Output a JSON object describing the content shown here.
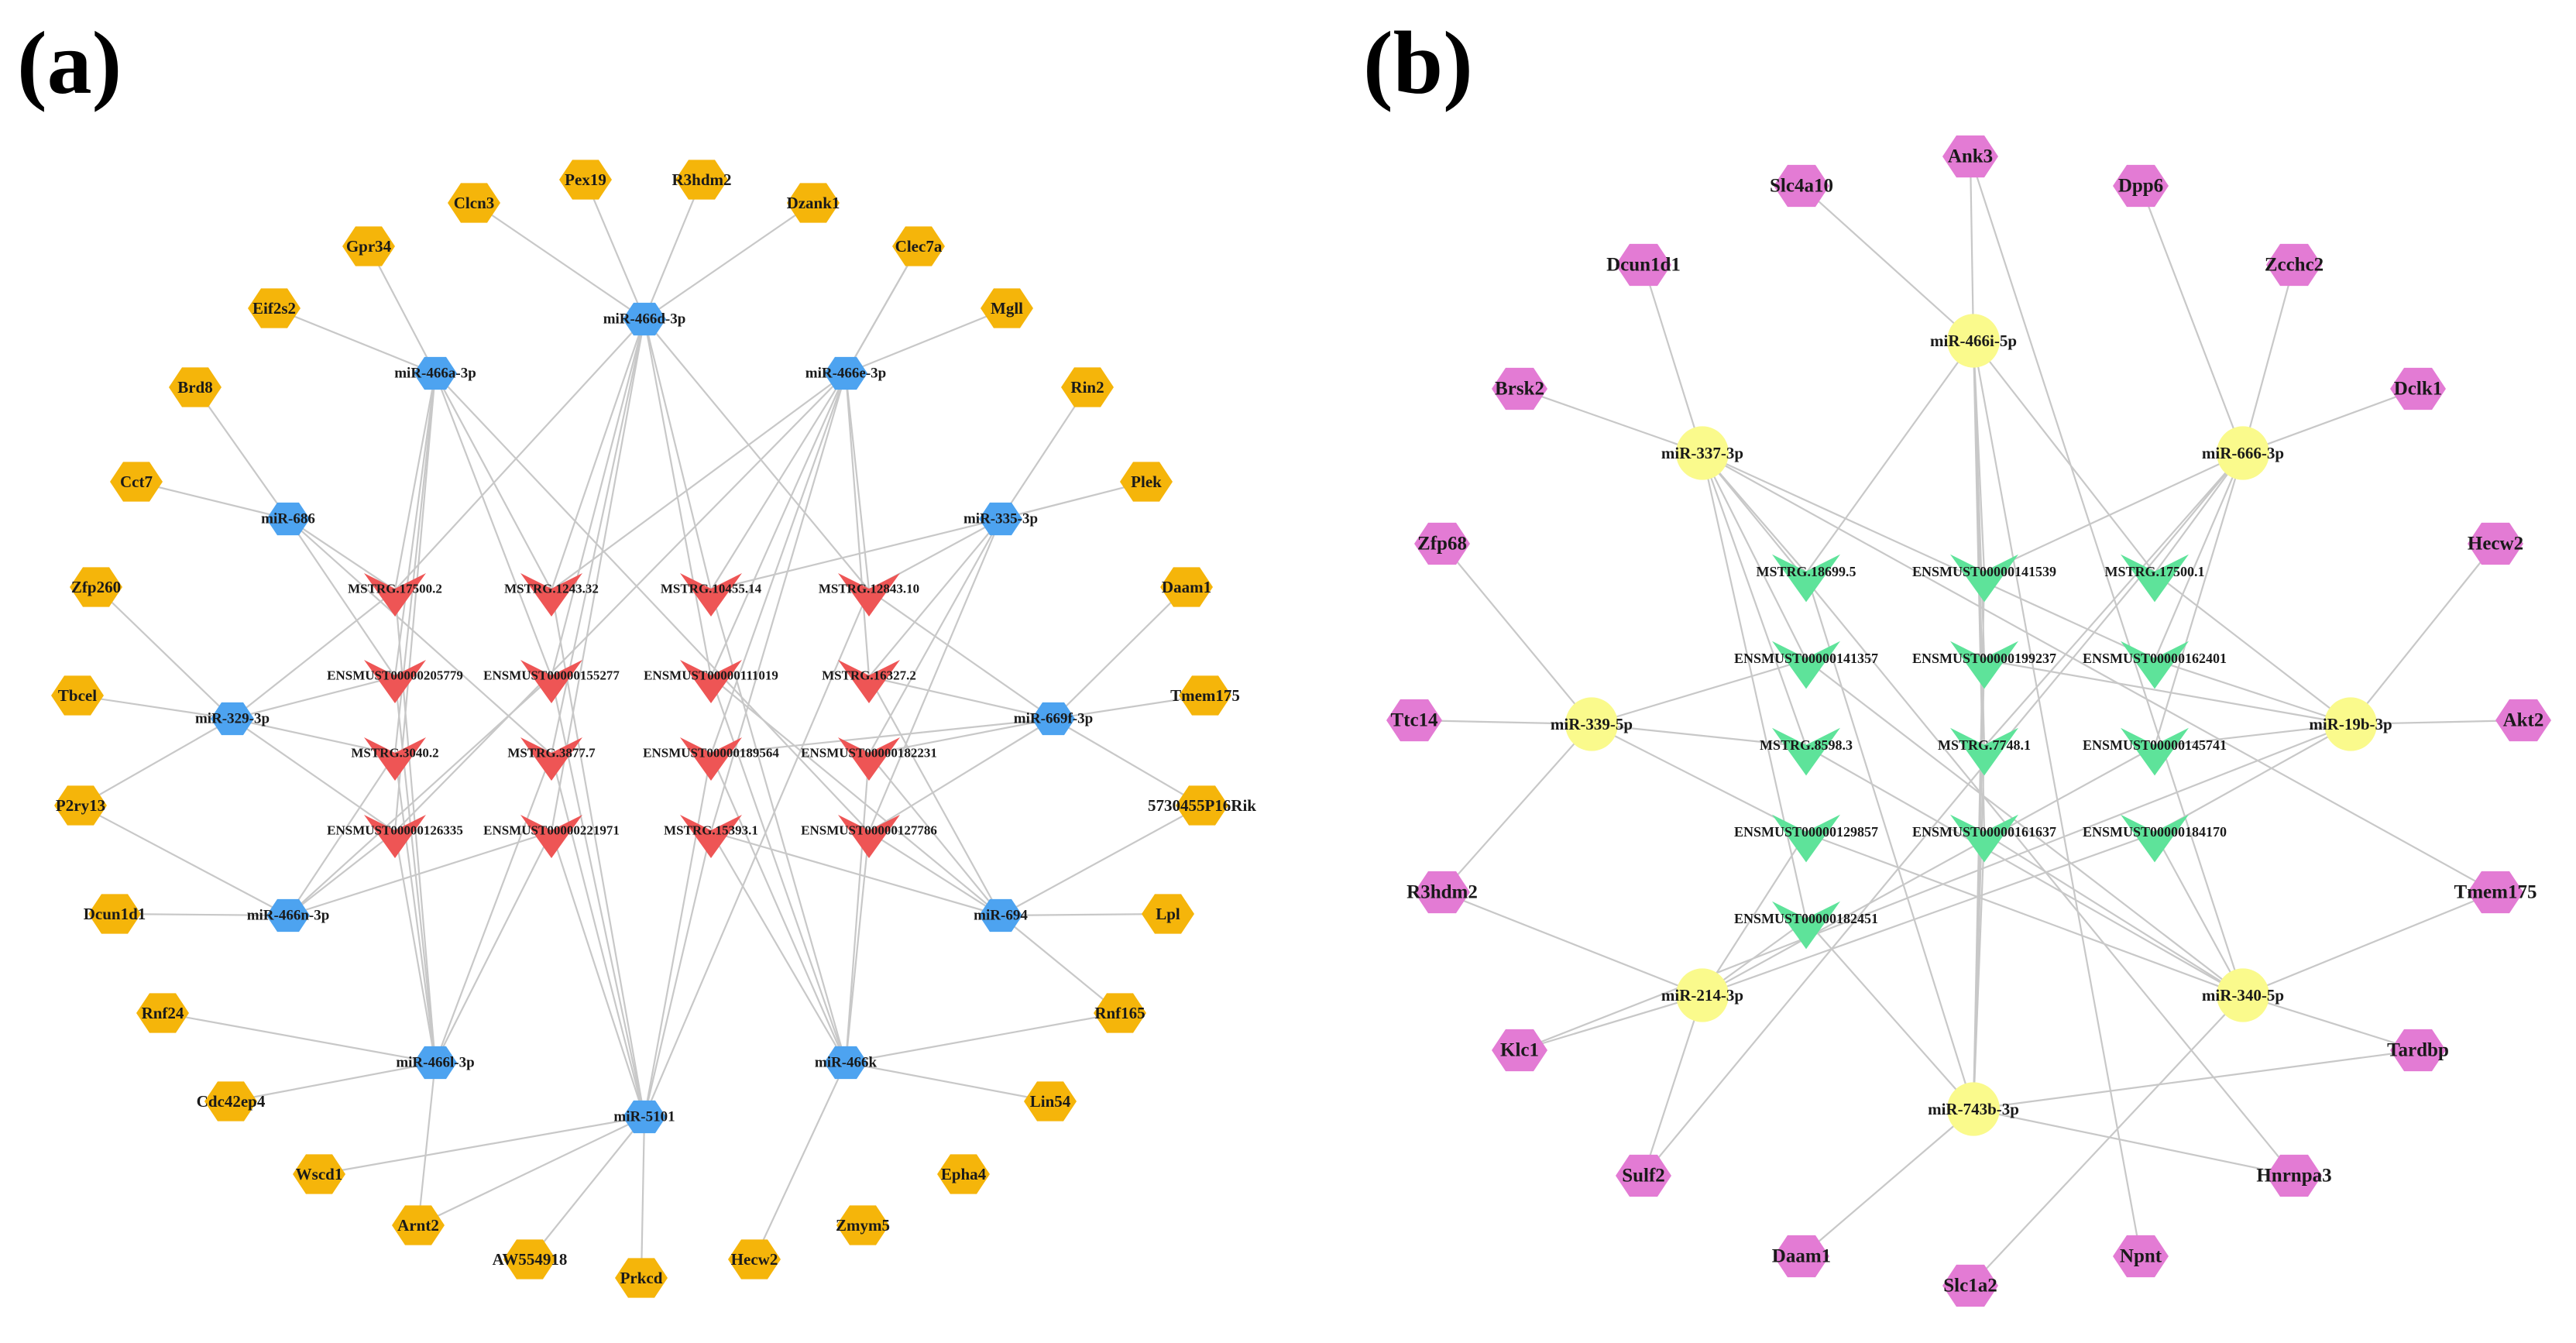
{
  "colors": {
    "edge": "#c8c8c8",
    "mirna_a": "#4da3f0",
    "target_a": "#f5b50a",
    "center_a": "#ee5555",
    "mirna_b": "#fafa8c",
    "target_b": "#e37bd4",
    "center_b": "#5ee39a"
  },
  "panels": [
    {
      "id": "a",
      "label": "(a)",
      "center_shape": "v-arrow",
      "center_color": "#ee5555",
      "center_nodes": [
        "MSTRG.17500.2",
        "MSTRG.1243.32",
        "MSTRG.10455.14",
        "MSTRG.12843.10",
        "ENSMUST00000205779",
        "ENSMUST00000155277",
        "ENSMUST00000111019",
        "MSTRG.16327.2",
        "MSTRG.3040.2",
        "MSTRG.3877.7",
        "ENSMUST00000189564",
        "ENSMUST00000182231",
        "ENSMUST00000126335",
        "ENSMUST00000221971",
        "MSTRG.15393.1",
        "ENSMUST00000127786"
      ],
      "mirna_shape": "hexagon",
      "mirna_color": "#4da3f0",
      "mirna_nodes": [
        "miR-466d-3p",
        "miR-466a-3p",
        "miR-466e-3p",
        "miR-686",
        "miR-335-3p",
        "miR-329-3p",
        "miR-669f-3p",
        "miR-466n-3p",
        "miR-694",
        "miR-466l-3p",
        "miR-466k",
        "miR-5101"
      ],
      "target_shape": "hexagon",
      "target_color": "#f5b50a",
      "target_nodes": [
        "Pex19",
        "R3hdm2",
        "Clcn3",
        "Dzank1",
        "Gpr34",
        "Clec7a",
        "Eif2s2",
        "Mgll",
        "Brd8",
        "Rin2",
        "Cct7",
        "Plek",
        "Zfp260",
        "Daam1",
        "Tbcel",
        "Tmem175",
        "P2ry13",
        "5730455P16Rik",
        "Dcun1d1",
        "Lpl",
        "Rnf24",
        "Rnf165",
        "Cdc42ep4",
        "Lin54",
        "Wscd1",
        "Epha4",
        "Arnt2",
        "Zmym5",
        "AW554918",
        "Prkcd",
        "Hecw2"
      ]
    },
    {
      "id": "b",
      "label": "(b)",
      "center_shape": "v-arrow",
      "center_color": "#5ee39a",
      "center_nodes": [
        "MSTRG.18699.5",
        "ENSMUST00000141539",
        "MSTRG.17500.1",
        "ENSMUST00000141357",
        "ENSMUST00000199237",
        "ENSMUST00000162401",
        "MSTRG.8598.3",
        "MSTRG.7748.1",
        "ENSMUST00000145741",
        "ENSMUST00000129857",
        "ENSMUST00000161637",
        "ENSMUST00000184170",
        "ENSMUST00000182451"
      ],
      "mirna_shape": "circle",
      "mirna_color": "#fafa8c",
      "mirna_nodes": [
        "miR-466i-5p",
        "miR-337-3p",
        "miR-666-3p",
        "miR-339-5p",
        "miR-19b-3p",
        "miR-214-3p",
        "miR-340-5p",
        "miR-743b-3p"
      ],
      "target_shape": "hexagon",
      "target_color": "#e37bd4",
      "target_nodes": [
        "Ank3",
        "Slc4a10",
        "Dpp6",
        "Dcun1d1",
        "Zcchc2",
        "Brsk2",
        "Dclk1",
        "Zfp68",
        "Hecw2",
        "Ttc14",
        "Akt2",
        "R3hdm2",
        "Tmem175",
        "Klc1",
        "Tardbp",
        "Sulf2",
        "Hnrnpa3",
        "Daam1",
        "Npnt",
        "Slc1a2"
      ]
    }
  ]
}
